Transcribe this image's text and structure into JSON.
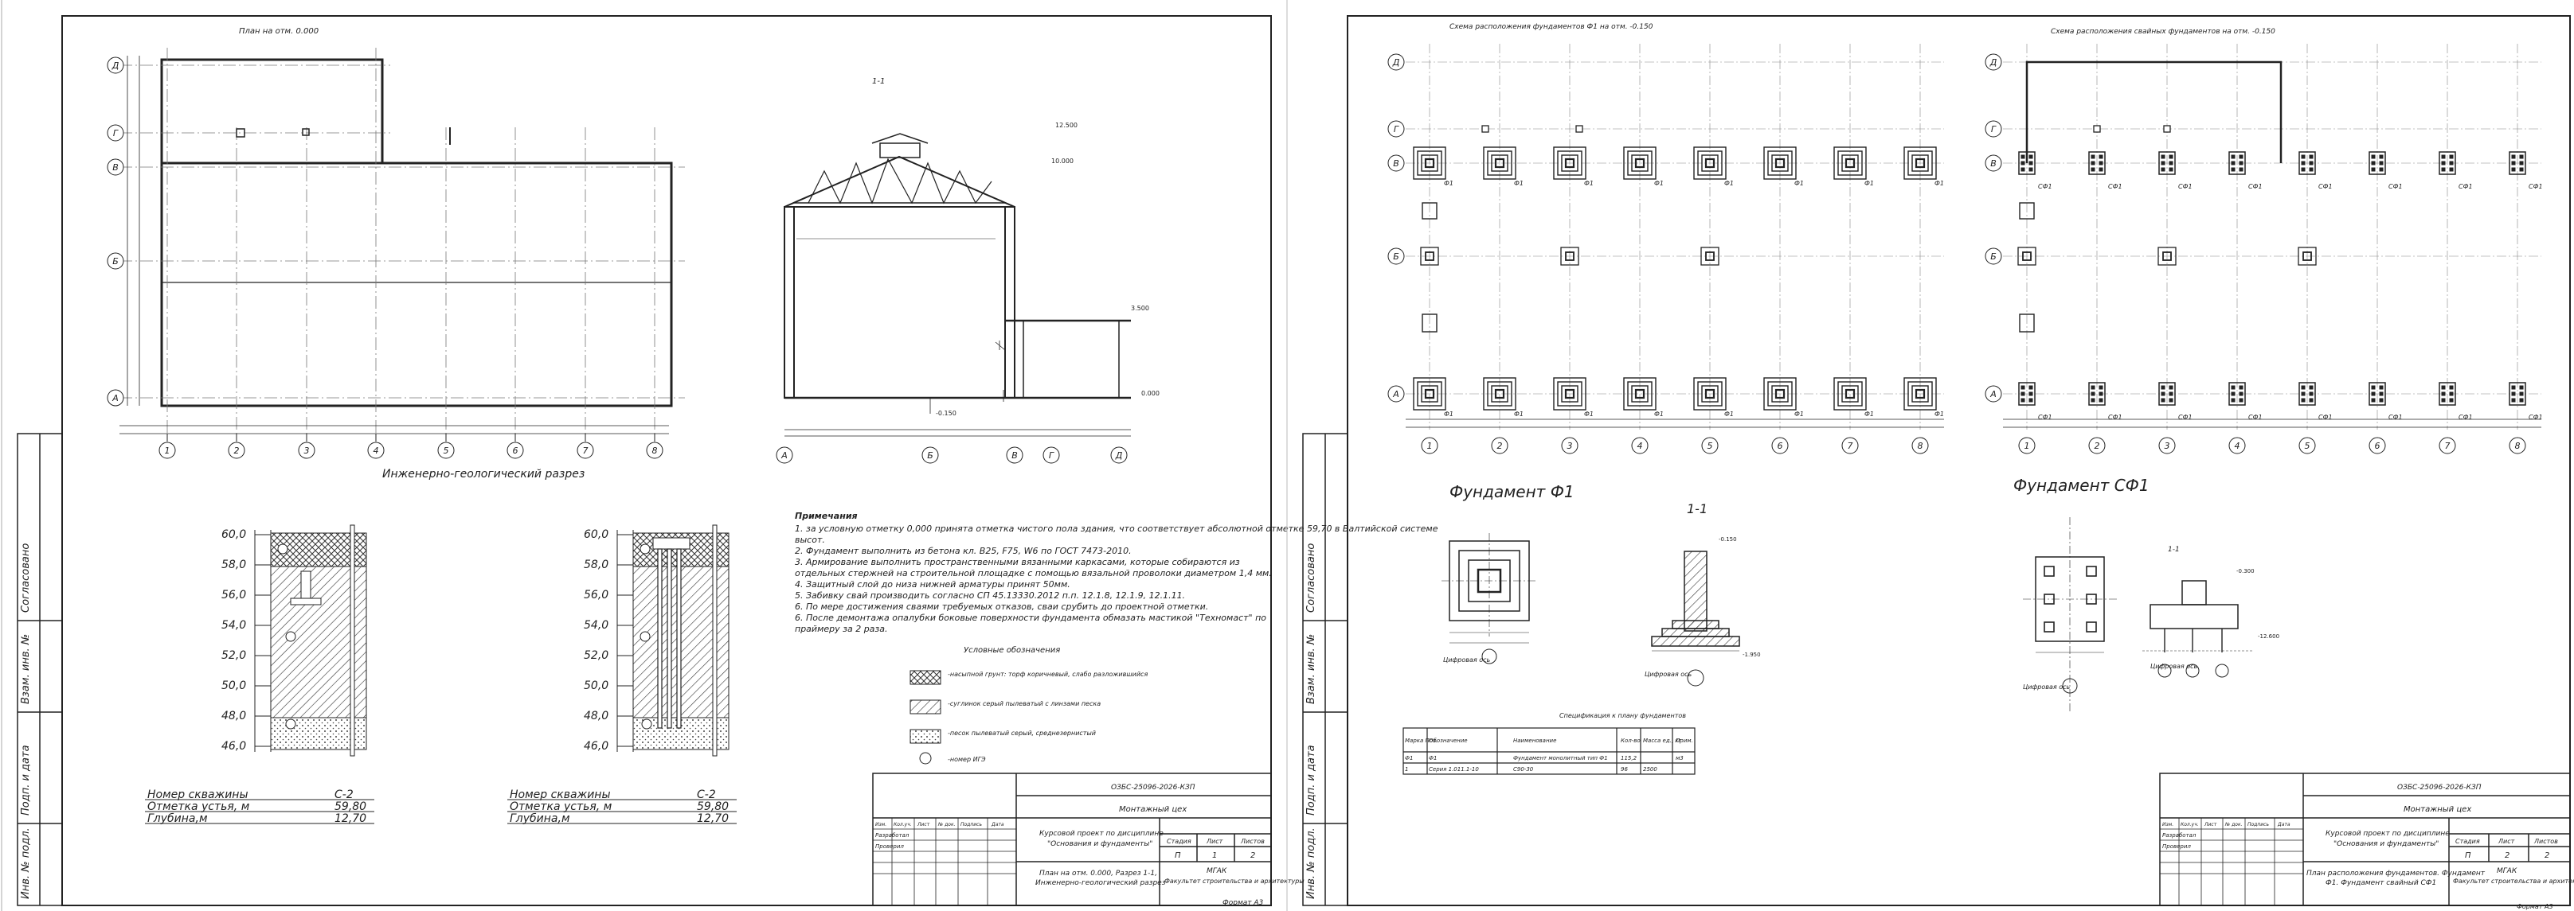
{
  "sheet1": {
    "plan_title": "План на отм. 0.000",
    "section_label": "1-1",
    "geo_title": "Инженерно-геологический разрез",
    "grid_letters": [
      "Д",
      "Г",
      "В",
      "Б",
      "А"
    ],
    "grid_numbers": [
      "1",
      "2",
      "3",
      "4",
      "5",
      "6",
      "7",
      "8"
    ],
    "section_axes": [
      "А",
      "Б",
      "В",
      "Г",
      "Д"
    ],
    "levels": {
      "top": "12.500",
      "mid": "10.000",
      "low": "3.500",
      "floor": "0.000",
      "base": "-0.150"
    },
    "scale": [
      "60,0",
      "58,0",
      "56,0",
      "54,0",
      "52,0",
      "50,0",
      "48,0",
      "46,0"
    ],
    "well_labels": [
      "Номер скважины",
      "Отметка устья, м",
      "Глубина,м"
    ],
    "well_values": [
      "С-2",
      "59,80",
      "12,70"
    ],
    "notes_title": "Примечания",
    "notes": [
      "1. за условную отметку 0,000 принята отметка чистого пола здания, что соответствует абсолютной отметке 59,70 в Балтийской системе",
      "высот.",
      "2.  Фундамент выполнить из бетона кл. В25, F75, W6 по ГОСТ 7473-2010.",
      "3.  Армирование выполнить пространственными вязанными каркасами, которые собираются из",
      "отдельных стержней на строительной площадке с помощью вязальной проволоки диаметром 1,4 мм.",
      "4.  Защитный слой до низа нижней арматуры принят 50мм.",
      "5. Забивку свай производить согласно СП 45.13330.2012 п.п. 12.1.8, 12.1.9, 12.1.11.",
      "6.  По мере достижения сваями требуемых отказов, сваи срубить до проектной отметки.",
      "6.   После демонтажа опалубки боковые поверхности фундамента обмазать мастикой \"Техномаст\" по",
      "праймеру за 2 раза."
    ],
    "legend_title": "Условные обозначения",
    "legend": [
      "-насыпной грунт: торф коричневый, слабо разложившийся",
      "-суглинок серый пылеватый с линзами песка",
      "-песок пылеватый серый, среднезернистый",
      "-номер ИГЭ"
    ],
    "stamp": {
      "code": "ОЗБС-25096-2026-КЗП",
      "org": "Монтажный цех",
      "project": "Курсовой проект по дисциплине",
      "project2": "\"Основания и фундаменты\"",
      "sheet_name": "План на отм. 0.000, Разрез 1-1,",
      "sheet_name2": "Инженерно-геологический разрез",
      "stage_h": "Стадия",
      "sheet_h": "Лист",
      "sheets_h": "Листов",
      "stage": "П",
      "sheet": "1",
      "sheets": "2",
      "uni": "МГАК",
      "faculty": "Факультет строительства и архитектуры",
      "rows": [
        "Изм.",
        "Кол.уч.",
        "Лист",
        "№ док.",
        "Подпись",
        "Дата"
      ],
      "roles": [
        "Разработал",
        "Проверил"
      ],
      "format": "Формат А3"
    },
    "side": [
      "Согласовано",
      "Взам. инв. №",
      "Подп. и дата",
      "Инв. № подл."
    ]
  },
  "sheet2": {
    "title_a": "Схема расположения фундаментов Ф1 на отм. -0.150",
    "title_b": "Схема расположения свайных фундаментов на отм. -0.150",
    "found_f1": "Фундамент Ф1",
    "found_sf1": "Фундамент СФ1",
    "sec": "1-1",
    "f1_tag": "Ф1",
    "sf1_tag": "СФ1",
    "axis_note": "Цифровая ось",
    "levels": {
      "a": "-0.150",
      "b": "-1.950",
      "c": "-0.300",
      "d": "-12.600"
    },
    "spec_title": "Спецификация к плану фундаментов",
    "spec_head": [
      "Марка Поз.",
      "Обозначение",
      "Наименование",
      "Кол-во",
      "Масса ед., кг",
      "Прим."
    ],
    "spec_rows": [
      [
        "Ф1",
        "Ф1",
        "Фундамент монолитный тип Ф1",
        "115,2",
        "",
        "м3"
      ],
      [
        "1",
        "Серия 1.011.1-10",
        "С90-30",
        "96",
        "2500",
        ""
      ]
    ],
    "stamp": {
      "code": "ОЗБС-25096-2026-КЗП",
      "org": "Монтажный цех",
      "project": "Курсовой проект по дисциплине",
      "project2": "\"Основания и фундаменты\"",
      "sheet_name": "План расположения фундаментов. Фундамент",
      "sheet_name2": "Ф1. Фундамент свайный СФ1",
      "stage": "П",
      "sheet": "2",
      "sheets": "2",
      "uni": "МГАК",
      "faculty": "Факультет строительства и архитектуры"
    }
  }
}
